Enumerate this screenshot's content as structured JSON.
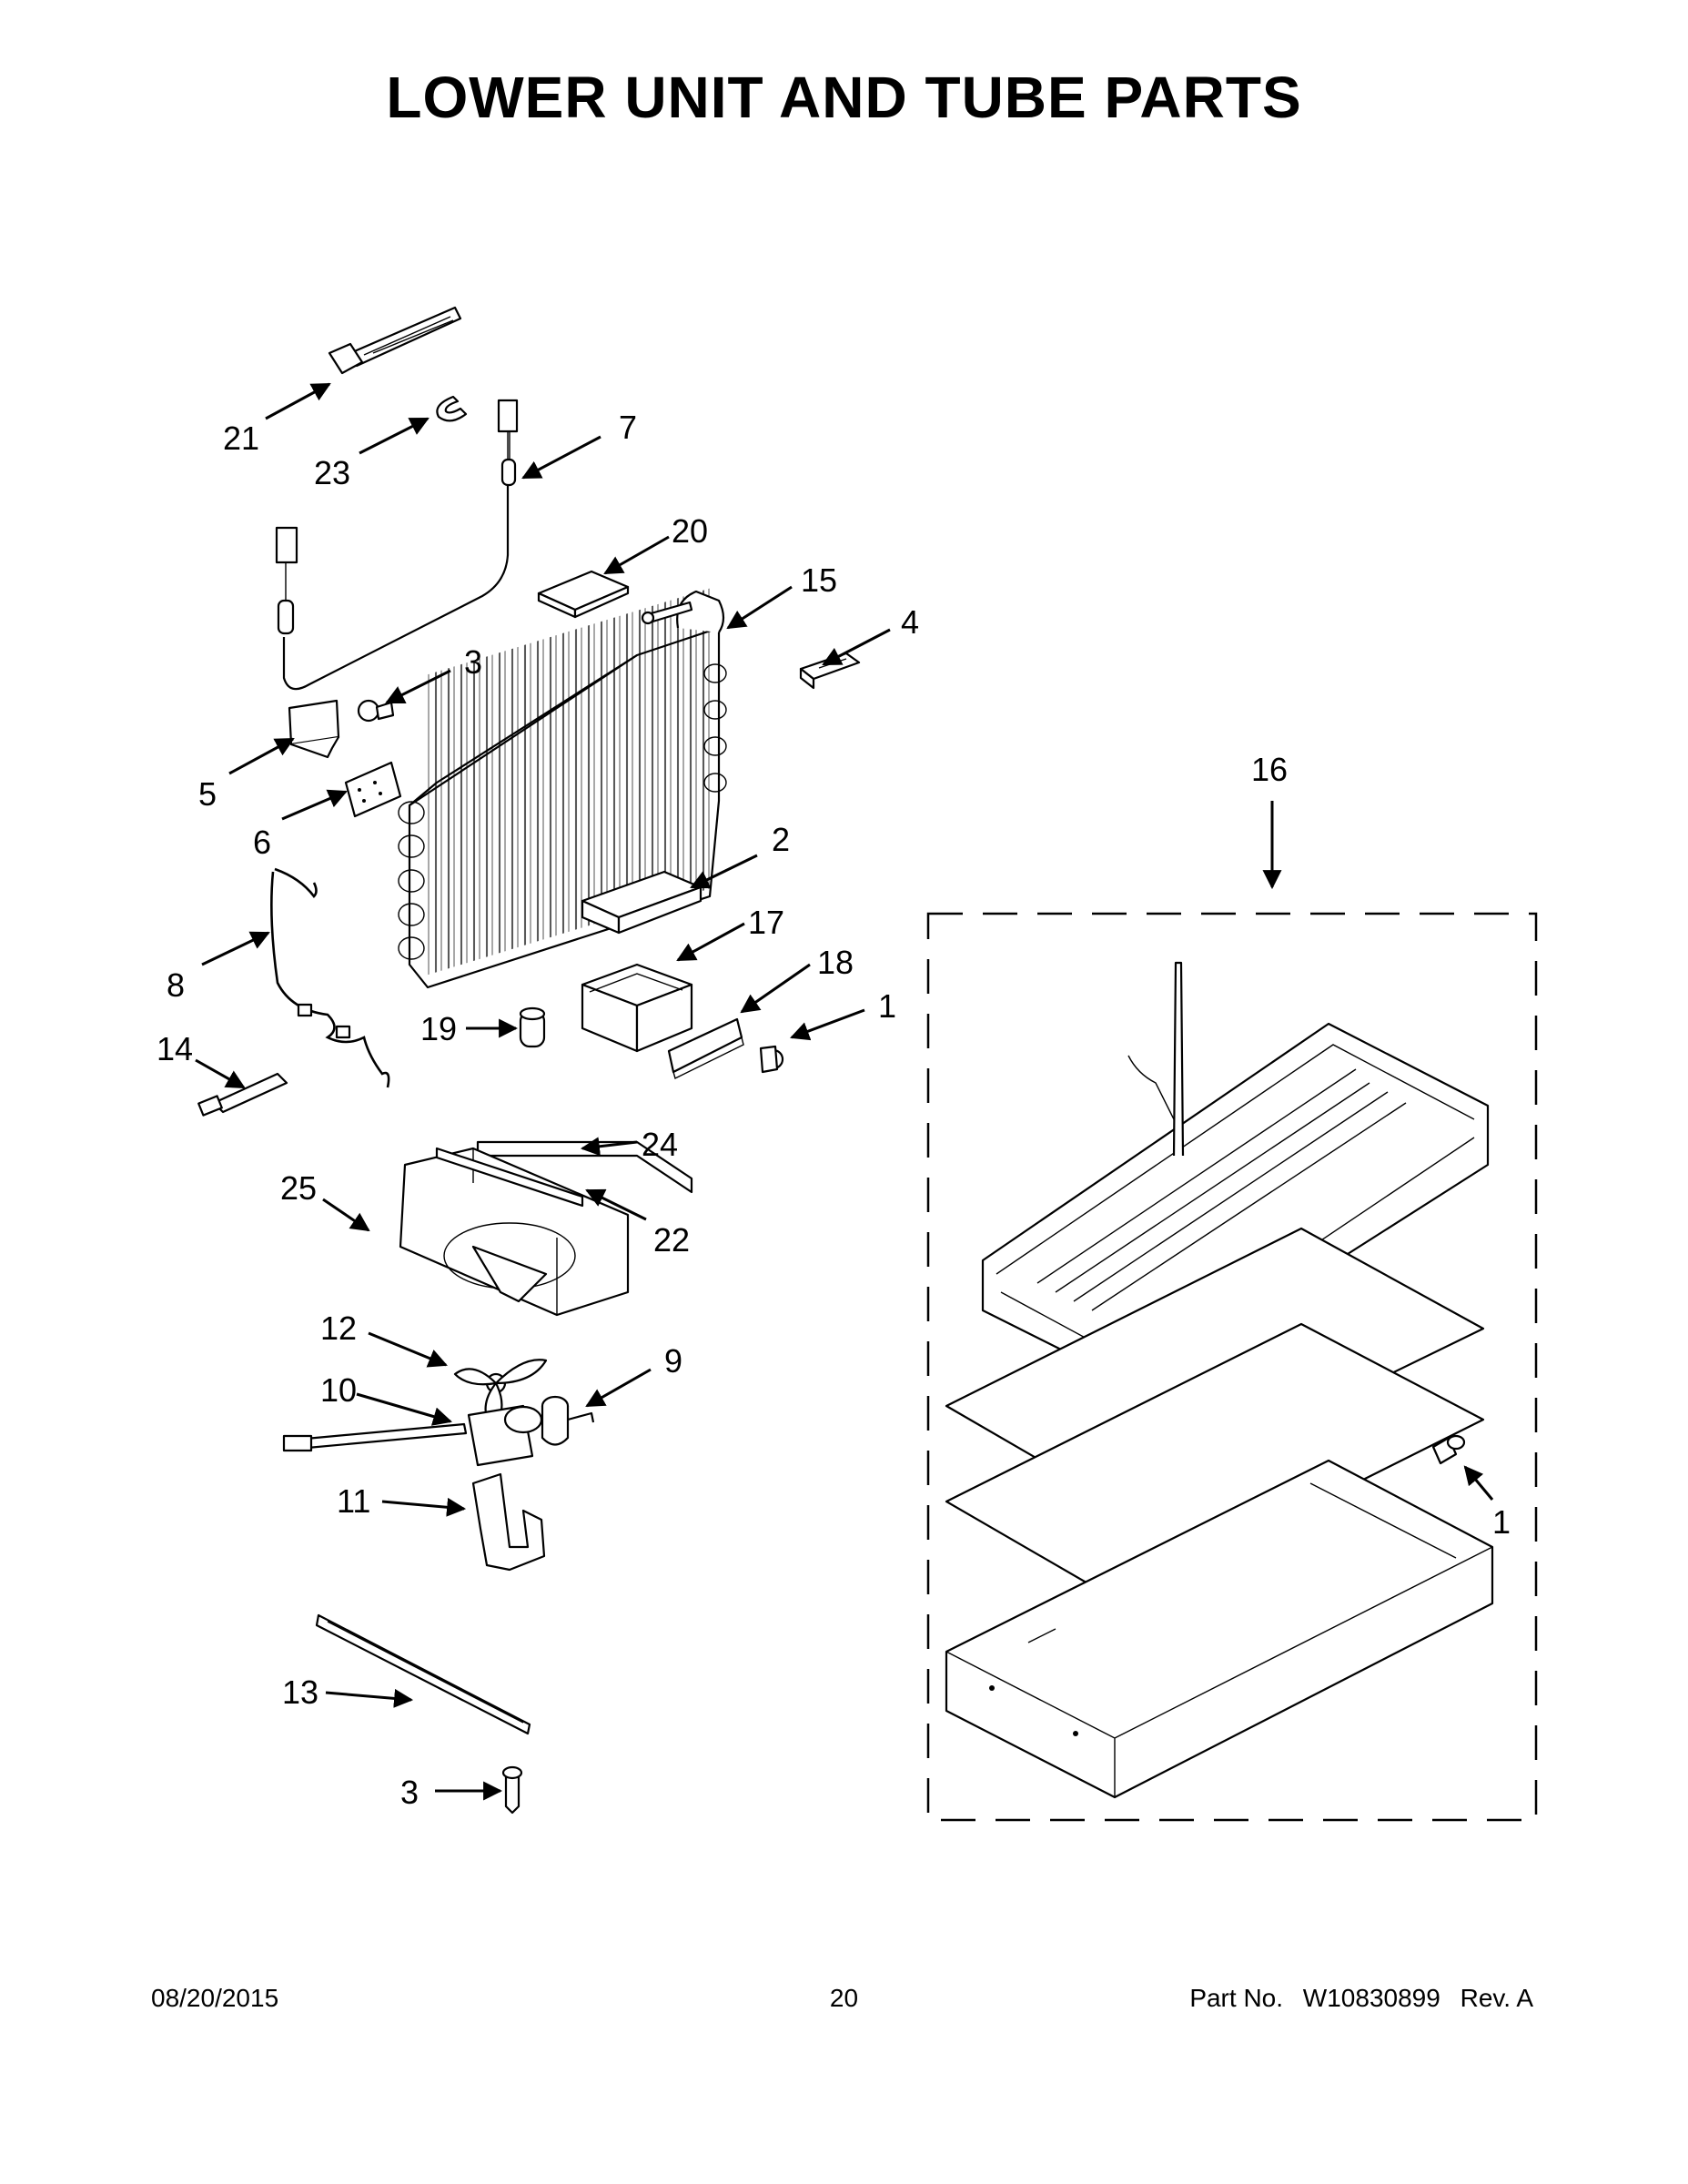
{
  "page": {
    "title": "LOWER UNIT AND TUBE PARTS"
  },
  "callouts": {
    "c1a": "1",
    "c1b": "1",
    "c2": "2",
    "c3a": "3",
    "c3b": "3",
    "c4": "4",
    "c5": "5",
    "c6": "6",
    "c7": "7",
    "c8": "8",
    "c9": "9",
    "c10": "10",
    "c11": "11",
    "c12": "12",
    "c13": "13",
    "c14": "14",
    "c15": "15",
    "c16": "16",
    "c17": "17",
    "c18": "18",
    "c19": "19",
    "c20": "20",
    "c21": "21",
    "c22": "22",
    "c23": "23",
    "c24": "24",
    "c25": "25"
  },
  "footer": {
    "date": "08/20/2015",
    "page_number": "20",
    "part_label": "Part No.",
    "part_number": "W10830899",
    "revision": "Rev. A"
  }
}
